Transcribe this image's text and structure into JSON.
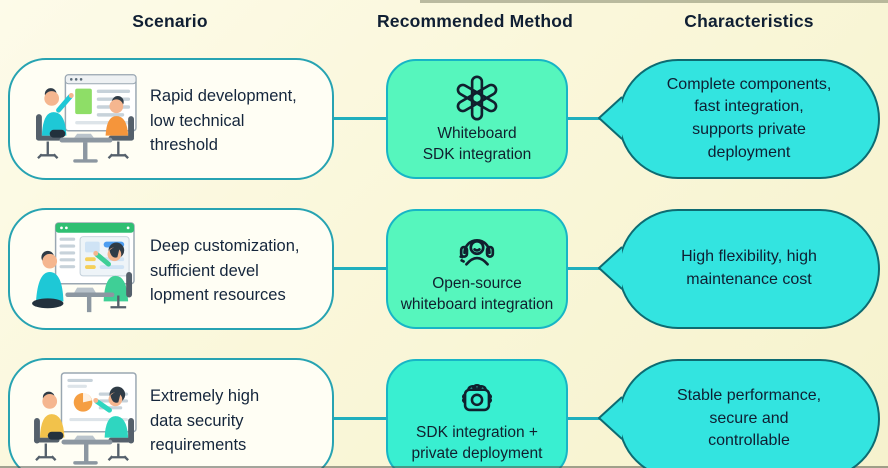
{
  "headers": {
    "scenario": "Scenario",
    "method": "Recommended Method",
    "characteristics": "Characteristics"
  },
  "rows": [
    {
      "scenario": "Rapid development,\nlow technical\nthreshold",
      "method": "Whiteboard\nSDK integration",
      "method_icon": "openai-logo-icon",
      "characteristics": "Complete components,\nfast integration,\nsupports private\ndeployment"
    },
    {
      "scenario": "Deep customization,\nsufficient devel\nlopment resources",
      "method": "Open-source\nwhiteboard integration",
      "method_icon": "headset-person-icon",
      "characteristics": "High flexibility, high\nmaintenance cost"
    },
    {
      "scenario": "Extremely high\ndata security\nrequirements",
      "method": "SDK integration +\nprivate deployment",
      "method_icon": "secure-module-icon",
      "characteristics": "Stable performance,\nsecure and\ncontrollable"
    }
  ],
  "colors": {
    "background": "#FAF7DA",
    "scenario_card_fill": "#FFFEF4",
    "scenario_card_border": "#27A3B2",
    "method_card_fill": "#56F6BD",
    "method_card_fill_row3": "#39EFD1",
    "method_card_border": "#17B5C6",
    "bubble_fill": "#33E4E0",
    "bubble_border": "#0D6B72",
    "connector": "#1FAFBD",
    "text": "#15263C"
  }
}
